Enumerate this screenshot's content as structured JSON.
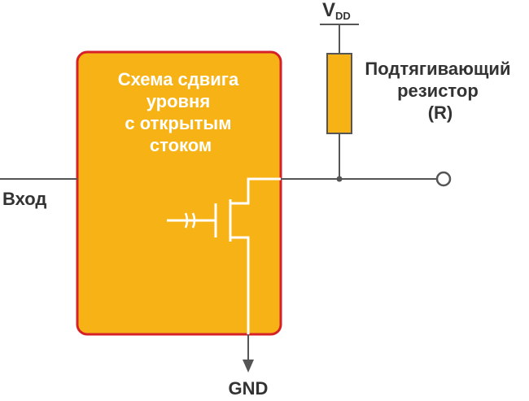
{
  "block": {
    "title_lines": [
      "Схема сдвига",
      "уровня",
      "с открытым",
      "стоком"
    ],
    "fill_color": "#f7b316",
    "border_color": "#d62128",
    "text_color": "#ffffff"
  },
  "labels": {
    "vdd_main": "V",
    "vdd_sub": "DD",
    "resistor_lines": [
      "Подтягивающий",
      "резистор",
      "(R)"
    ],
    "input": "Вход",
    "ground": "GND"
  },
  "colors": {
    "wire": "#555555",
    "resistor_fill": "#f7b316",
    "internal_wire": "#ffffff",
    "output_terminal": "#ffffff"
  }
}
